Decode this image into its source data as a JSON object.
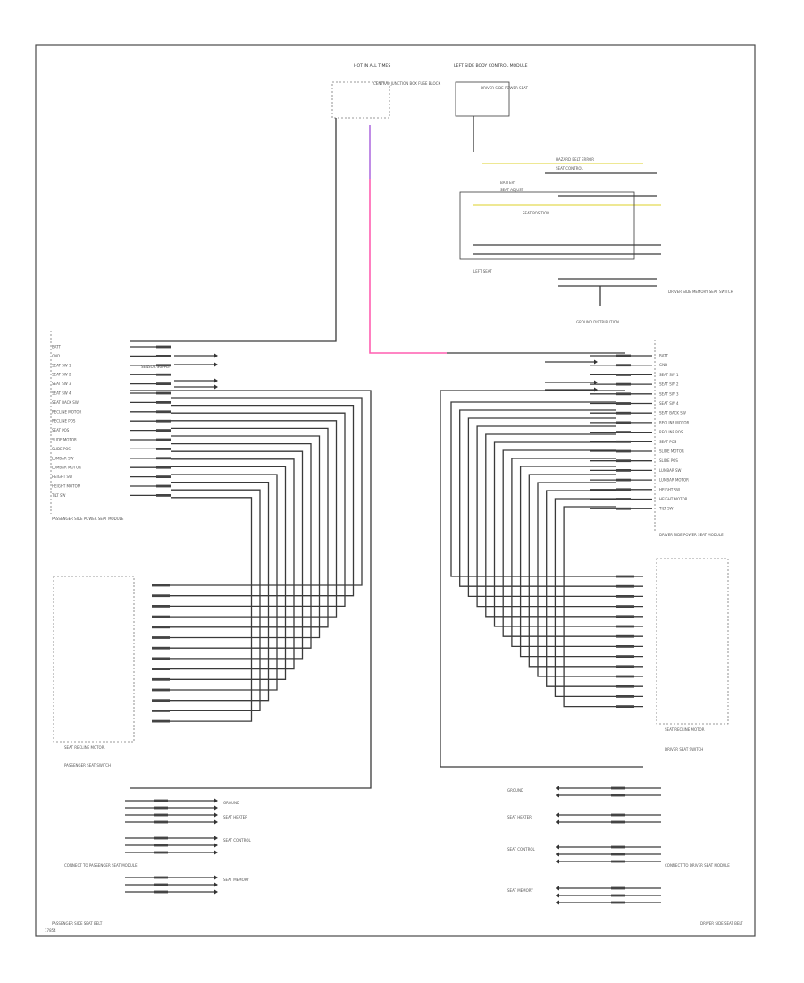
{
  "colors": {
    "line": "#3a3a3a",
    "pink_wire": "#ff5fb0",
    "violet_wire": "#b070e0",
    "yellow_wire": "#e8e070",
    "frame": "#4a4a4a"
  },
  "top": {
    "sw1_title": "HOT IN ALL TIMES",
    "sw1_desc": "CENTRAL JUNCTION BOX FUSE BLOCK",
    "sw2_title": "LEFT SIDE BODY CONTROL MODULE",
    "sw2_desc": "DRIVER SIDE POWER SEAT"
  },
  "right_top": {
    "rows": [
      "HAZARD BELT ERROR",
      "SEAT CONTROL",
      "BATTERY",
      "SEAT ADJUST",
      "SEAT POSITION",
      "LEFT SEAT"
    ],
    "memory_label": "DRIVER SIDE MEMORY SEAT SWITCH",
    "ground_label": "GROUND DISTRIBUTION"
  },
  "left_module": {
    "labels": [
      "BATT",
      "GND",
      "SEAT SW 1",
      "SEAT SW 2",
      "SEAT SW 3",
      "SEAT SW 4",
      "SEAT BACK SW",
      "RECLINE MOTOR",
      "RECLINE POS",
      "SEAT POS",
      "SLIDE MOTOR",
      "SLIDE POS",
      "LUMBAR SW",
      "LUMBAR MOTOR",
      "HEIGHT SW",
      "HEIGHT MOTOR",
      "TILT SW"
    ],
    "name": "PASSENGER SIDE POWER SEAT MODULE",
    "upper_note": "SENSOR SUPPLY"
  },
  "right_module": {
    "labels": [
      "BATT",
      "GND",
      "SEAT SW 1",
      "SEAT SW 2",
      "SEAT SW 3",
      "SEAT SW 4",
      "SEAT BACK SW",
      "RECLINE MOTOR",
      "RECLINE POS",
      "SEAT POS",
      "SLIDE MOTOR",
      "SLIDE POS",
      "LUMBAR SW",
      "LUMBAR MOTOR",
      "HEIGHT SW",
      "HEIGHT MOTOR",
      "TILT SW"
    ],
    "name": "DRIVER SIDE POWER SEAT MODULE"
  },
  "left_bottom": {
    "motor_label": "SEAT RECLINE MOTOR",
    "switch_label": "PASSENGER SEAT SWITCH",
    "targets": [
      "GROUND",
      "SEAT HEATER",
      "SEAT CONTROL",
      "SEAT MEMORY"
    ],
    "connector": "CONNECT TO PASSENGER SEAT MODULE",
    "module": "PASSENGER SIDE SEAT BELT"
  },
  "right_bottom": {
    "motor_label": "SEAT RECLINE MOTOR",
    "switch_label": "DRIVER SEAT SWITCH",
    "targets": [
      "GROUND",
      "SEAT HEATER",
      "SEAT CONTROL",
      "SEAT MEMORY"
    ],
    "connector": "CONNECT TO DRIVER SEAT MODULE",
    "module": "DRIVER SIDE SEAT BELT"
  },
  "footer": {
    "code": "17854"
  }
}
